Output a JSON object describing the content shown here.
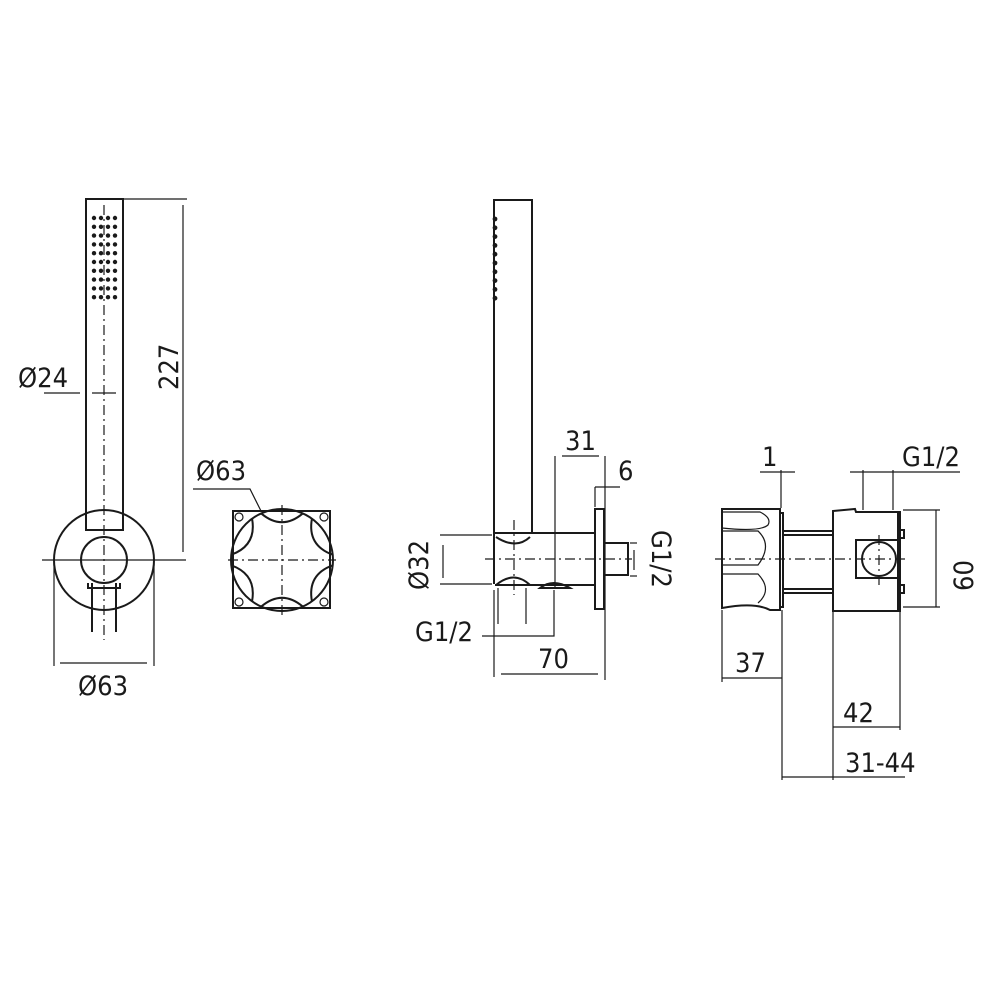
{
  "views": {
    "front": {
      "dim_handle_diameter": "Ø24",
      "dim_length": "227",
      "dim_plate_diameter": "Ø63"
    },
    "escutcheon": {
      "dim_diameter": "Ø63"
    },
    "side": {
      "dim_depth_31": "31",
      "dim_flange_6": "6",
      "dim_outlet_thread": "G1/2",
      "dim_body_diameter": "Ø32",
      "dim_hose_thread": "G1/2",
      "dim_projection": "70"
    },
    "valve": {
      "dim_plate_1": "1",
      "dim_inlet_thread": "G1/2",
      "dim_height": "60",
      "dim_knob_37": "37",
      "dim_box_42": "42",
      "dim_range": "31-44"
    }
  }
}
